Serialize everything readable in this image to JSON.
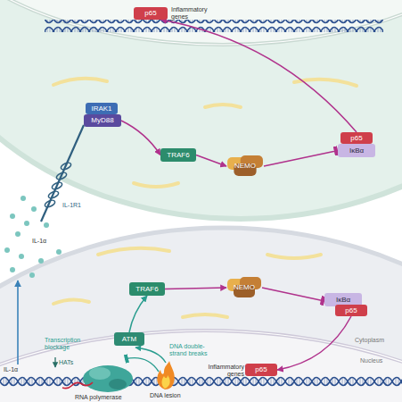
{
  "diagram": {
    "nodes": [
      {
        "text": [
          "p65"
        ]
      },
      {
        "text": [
          "IRAK1"
        ]
      },
      {
        "text": [
          "MyD88"
        ]
      },
      {
        "text": [
          "p65"
        ]
      },
      {
        "text": [
          "TRAF6"
        ]
      },
      {
        "text": [
          "NEMO"
        ]
      },
      {
        "text": [
          "IκBα"
        ]
      },
      {
        "text": [
          "TRAF6"
        ]
      },
      {
        "text": [
          "NEMO"
        ]
      },
      {
        "text": [
          "IκBα"
        ]
      },
      {
        "text": [
          "p65"
        ]
      },
      {
        "text": [
          "ATM"
        ]
      },
      {
        "text": [
          "p65"
        ]
      }
    ],
    "edges": [
      {
        "from": 2,
        "to": 4,
        "arrow": "to"
      },
      {
        "from": 4,
        "to": 5,
        "arrow": "to"
      },
      {
        "from": 5,
        "to": 6,
        "arrow": "to"
      },
      {
        "from": 3,
        "to": 0,
        "arrow": "to"
      },
      {
        "from": 11,
        "to": 7,
        "arrow": "to"
      },
      {
        "from": 7,
        "to": 8,
        "arrow": "to"
      },
      {
        "from": 8,
        "to": 9,
        "arrow": "to"
      },
      {
        "from": 10,
        "to": 12,
        "arrow": "to"
      }
    ],
    "labels": [
      "Inflammatory genes",
      "IL-1R1",
      "IL-1α",
      "Inflammatory genes",
      "Cytoplasm",
      "Nucleus",
      "Transcription blockage",
      "DNA double-strand breaks",
      "DNA lesion",
      "RNA polymerase",
      "IL-1α",
      "HATs"
    ]
  }
}
